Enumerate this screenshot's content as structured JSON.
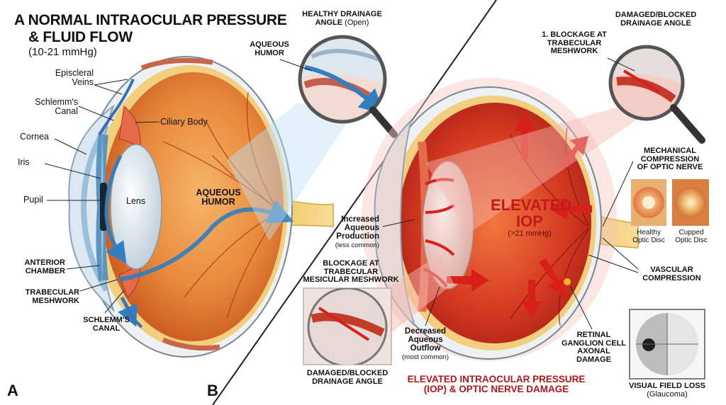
{
  "colors": {
    "eye_orange": "#e8893a",
    "eye_red": "#d63b22",
    "aqueous_blue": "#2f7fc1",
    "arrow_red": "#d91f1a",
    "title_red": "#b3151a",
    "sclera": "#eef1f4"
  },
  "icons": [
    "magnifier-icon",
    "arrow-icon"
  ],
  "panel_a": {
    "letter": "A",
    "title_line1": "A NORMAL INTRAOCULAR PRESSURE",
    "title_line2": "& FLUID FLOW",
    "subtitle": "(10-21 mmHg)",
    "labels": {
      "episcleral_veins_1": "Episcleral",
      "episcleral_veins_2": "Veins",
      "schlemms_canal_1": "Schlemm's",
      "schlemms_canal_2": "Canal",
      "cornea": "Cornea",
      "iris": "Iris",
      "pupil": "Pupil",
      "lens": "Lens",
      "ciliary_body": "Ciliary Body",
      "anterior_chamber_1": "ANTERIOR",
      "anterior_chamber_2": "CHAMBER",
      "trabecular_meshwork_1": "TRABECULAR",
      "trabecular_meshwork_2": "MESHWORK",
      "schlemms_canal_caps_1": "SCHLEMM'S",
      "schlemms_canal_caps_2": "CANAL",
      "aqueous_humor_1": "AQUEOUS",
      "aqueous_humor_2": "HUMOR",
      "inset_aqueous_1": "AQUEOUS",
      "inset_aqueous_2": "HUMOR",
      "healthy_angle_title": "HEALTHY DRAINAGE",
      "healthy_angle_word": "ANGLE",
      "healthy_angle_open": "(Open)"
    }
  },
  "panel_b": {
    "letter": "B",
    "damaged_angle_top_1": "DAMAGED/BLOCKED",
    "damaged_angle_top_2": "DRAINAGE ANGLE",
    "blockage_1_1": "1. BLOCKAGE AT",
    "blockage_1_2": "TRABECULAR",
    "blockage_1_3": "MESHWORK",
    "mech_1": "MECHANICAL",
    "mech_2": "COMPRESSION",
    "mech_3": "OF OPTIC NERVE",
    "healthy_disc_1": "Healthy",
    "healthy_disc_2": "Optic Disc",
    "cupped_disc_1": "Cupped",
    "cupped_disc_2": "Optic Disc",
    "vascular_1": "VASCULAR",
    "vascular_2": "COMPRESSION",
    "elevated_1": "ELEVATED",
    "elevated_2": "IOP",
    "elevated_3": "(>21 mmHg)",
    "increased_1": "Increased",
    "increased_2": "Aqueous",
    "increased_3": "Production",
    "increased_4": "(less common)",
    "blockage_mesicular_1": "BLOCKAGE AT",
    "blockage_mesicular_2": "TRABECULAR",
    "blockage_mesicular_3": "MESICULAR MESHWORK",
    "decreased_1": "Decreased",
    "decreased_2": "Aqueous",
    "decreased_3": "Outflow",
    "decreased_4": "(most common)",
    "damaged_bottom_1": "DAMAGED/BLOCKED",
    "damaged_bottom_2": "DRAINAGE ANGLE",
    "rgc_1": "RETINAL",
    "rgc_2": "GANGLION CELL",
    "rgc_3": "AXONAL",
    "rgc_4": "DAMAGE",
    "bottom_title_1": "ELEVATED INTRAOCULAR PRESSURE",
    "bottom_title_2": "(IOP) & OPTIC NERVE DAMAGE",
    "vfl_1": "VISUAL FIELD LOSS",
    "vfl_2": "(Glaucoma)"
  }
}
